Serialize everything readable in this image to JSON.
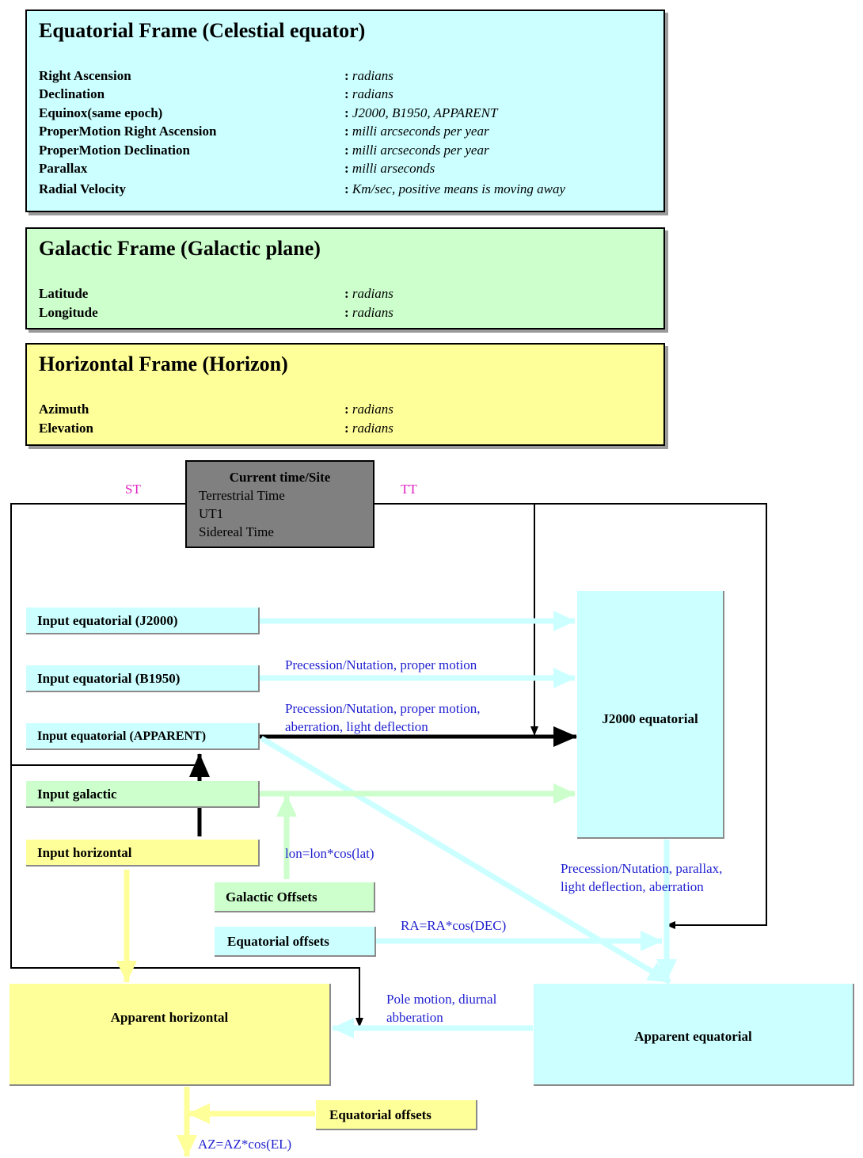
{
  "frames": [
    {
      "title": "Equatorial Frame (Celestial equator)",
      "color": "#ccffff",
      "properties": [
        {
          "name": "Right Ascension",
          "value": "radians"
        },
        {
          "name": "Declination",
          "value": "radians"
        },
        {
          "name": "Equinox(same epoch)",
          "value": "J2000, B1950, APPARENT"
        },
        {
          "name": "ProperMotion Right Ascension",
          "value": "milli arcseconds per year"
        },
        {
          "name": "ProperMotion Declination",
          "value": "milli arcseconds per year"
        },
        {
          "name": "Parallax",
          "value": "milli arseconds"
        },
        {
          "name": "Radial Velocity",
          "value": "Km/sec, positive means is moving away"
        }
      ]
    },
    {
      "title": "Galactic Frame (Galactic plane)",
      "color": "#ccffcc",
      "properties": [
        {
          "name": "Latitude",
          "value": "radians"
        },
        {
          "name": "Longitude",
          "value": "radians"
        }
      ]
    },
    {
      "title": "Horizontal Frame (Horizon)",
      "color": "#ffff99",
      "properties": [
        {
          "name": "Azimuth",
          "value": "radians"
        },
        {
          "name": "Elevation",
          "value": "radians"
        }
      ]
    }
  ],
  "separator": ":",
  "time_site": {
    "title": "Current time/Site",
    "lines": [
      "Terrestrial Time",
      "UT1",
      "Sidereal Time"
    ]
  },
  "signals": {
    "st": "ST",
    "tt": "TT"
  },
  "inputs": {
    "j2000": "Input equatorial (J2000)",
    "b1950": "Input equatorial (B1950)",
    "apparent": "Input equatorial (APPARENT)",
    "galactic": "Input galactic",
    "horizontal": "Input horizontal"
  },
  "offsets": {
    "galactic": "Galactic Offsets",
    "equatorial": "Equatorial offsets",
    "equatorial_bottom": "Equatorial offsets"
  },
  "outputs": {
    "j2000": "J2000 equatorial",
    "apparent_horizontal": "Apparent horizontal",
    "apparent_equatorial": "Apparent equatorial"
  },
  "labels": {
    "b1950_conv": "Precession/Nutation, proper motion",
    "apparent_conv_1": "Precession/Nutation, proper motion,",
    "apparent_conv_2": "aberration, light deflection",
    "lon_formula": "lon=lon*cos(lat)",
    "j2000_to_apparent_1": "Precession/Nutation, parallax,",
    "j2000_to_apparent_2": "light deflection, aberration",
    "ra_formula": "RA=RA*cos(DEC)",
    "pole_motion_1": "Pole motion, diurnal",
    "pole_motion_2": "abberation",
    "az_formula": "AZ=AZ*cos(EL)"
  },
  "colors": {
    "cyan": "#ccffff",
    "green": "#ccffcc",
    "yellow": "#ffff99",
    "gray": "#808080",
    "label_blue": "#1f1fd0",
    "signal_magenta": "#e020c0"
  }
}
